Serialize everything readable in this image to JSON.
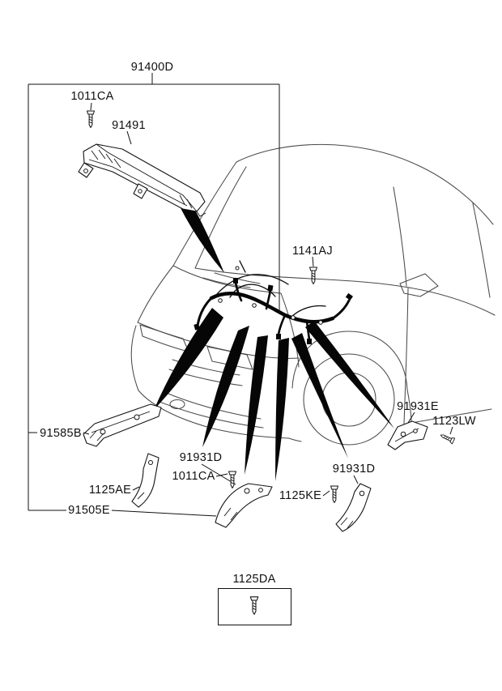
{
  "diagram": {
    "labels": {
      "assembly": "91400D",
      "bolt_top": "1011CA",
      "crossmember": "91491",
      "bolt_cowl": "1141AJ",
      "bracket_right": "91931E",
      "screw_right": "1123LW",
      "rail_left": "91585B",
      "bracket_mid": "91931D",
      "bolt_mid": "1011CA",
      "clip_left": "1125AE",
      "rail_lower": "91505E",
      "bolt_lower": "1125KE",
      "bracket_lower_right": "91931D",
      "boxed_bolt": "1125DA"
    },
    "colors": {
      "line": "#101010",
      "car_line": "#4a4a4a",
      "background": "#ffffff"
    }
  }
}
